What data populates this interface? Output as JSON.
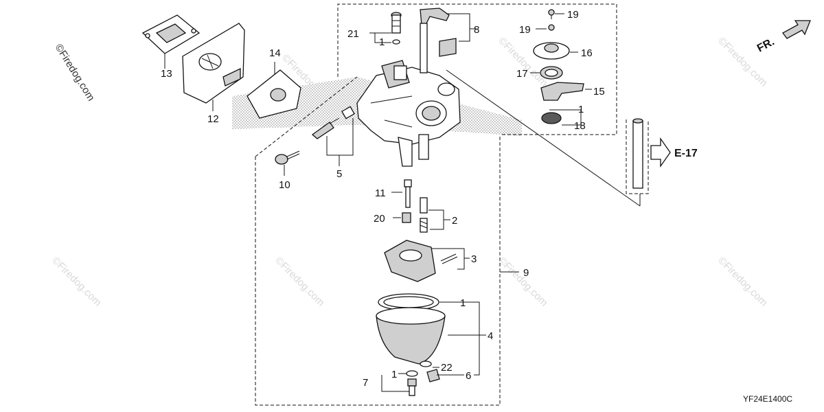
{
  "watermark": {
    "side_text": "©Firedog.com",
    "tile_text": "©Firedog.com"
  },
  "direction_arrow": {
    "label": "FR."
  },
  "reference": {
    "label": "E-17"
  },
  "diagram_code": "YF24E1400C",
  "callouts": [
    {
      "id": "c13",
      "text": "13"
    },
    {
      "id": "c12",
      "text": "12"
    },
    {
      "id": "c14",
      "text": "14"
    },
    {
      "id": "c10",
      "text": "10"
    },
    {
      "id": "c5",
      "text": "5"
    },
    {
      "id": "c21",
      "text": "21"
    },
    {
      "id": "c1a",
      "text": "1"
    },
    {
      "id": "c8",
      "text": "8"
    },
    {
      "id": "c19a",
      "text": "19"
    },
    {
      "id": "c19b",
      "text": "19"
    },
    {
      "id": "c16",
      "text": "16"
    },
    {
      "id": "c17",
      "text": "17"
    },
    {
      "id": "c15",
      "text": "15"
    },
    {
      "id": "c1b",
      "text": "1"
    },
    {
      "id": "c18",
      "text": "18"
    },
    {
      "id": "c11",
      "text": "11"
    },
    {
      "id": "c20",
      "text": "20"
    },
    {
      "id": "c2",
      "text": "2"
    },
    {
      "id": "c3",
      "text": "3"
    },
    {
      "id": "c9",
      "text": "9"
    },
    {
      "id": "c1c",
      "text": "1"
    },
    {
      "id": "c4",
      "text": "4"
    },
    {
      "id": "c22",
      "text": "22"
    },
    {
      "id": "c6",
      "text": "6"
    },
    {
      "id": "c7",
      "text": "7"
    },
    {
      "id": "c1d",
      "text": "1"
    }
  ]
}
